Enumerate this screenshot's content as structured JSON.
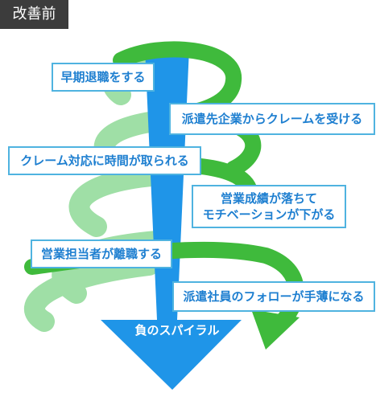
{
  "tag": "改善前",
  "center_label": "負のスパイラル",
  "items": [
    "早期退職をする",
    "派遣先企業からクレームを受ける",
    "クレーム対応に時間が取られる",
    "営業成績が落ちて\nモチベーションが下がる",
    "営業担当者が離職する",
    "派遣社員のフォローが手薄になる"
  ],
  "colors": {
    "arrow": "#1f95e8",
    "spiral_front": "#3fba3c",
    "spiral_back": "#9fdfa6",
    "box_border": "#4fb3e0",
    "text": "#1e7fd0",
    "tag_bg": "#3c3c3c"
  }
}
